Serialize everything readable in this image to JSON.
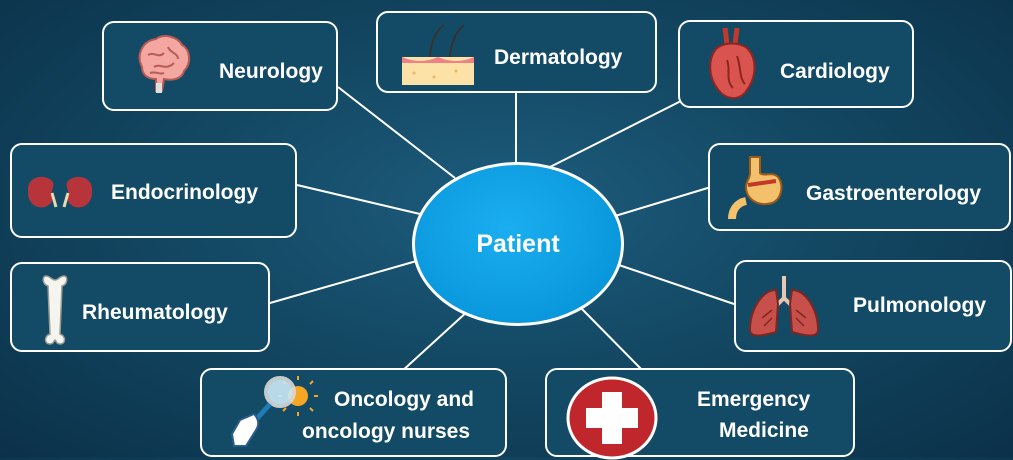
{
  "center": {
    "label": "Patient"
  },
  "nodes": {
    "neurology": {
      "label": "Neurology",
      "icon": "brain-icon"
    },
    "dermatology": {
      "label": "Dermatology",
      "icon": "skin-hair-icon"
    },
    "cardiology": {
      "label": "Cardiology",
      "icon": "heart-icon"
    },
    "endocrinology": {
      "label": "Endocrinology",
      "icon": "kidneys-icon"
    },
    "gastroenterology": {
      "label": "Gastroenterology",
      "icon": "stomach-icon"
    },
    "rheumatology": {
      "label": "Rheumatology",
      "icon": "bone-icon"
    },
    "pulmonology": {
      "label": "Pulmonology",
      "icon": "lungs-icon"
    },
    "oncology": {
      "label_line1": "Oncology and",
      "label_line2": "oncology  nurses",
      "icon": "magnifier-cell-icon"
    },
    "emergency": {
      "label_line1": "Emergency",
      "label_line2": "Medicine",
      "icon": "red-cross-icon"
    }
  },
  "colors": {
    "center_fill": "#0a98dc",
    "node_fill": "#134b66",
    "border": "#ffffff",
    "background": "#134863"
  }
}
